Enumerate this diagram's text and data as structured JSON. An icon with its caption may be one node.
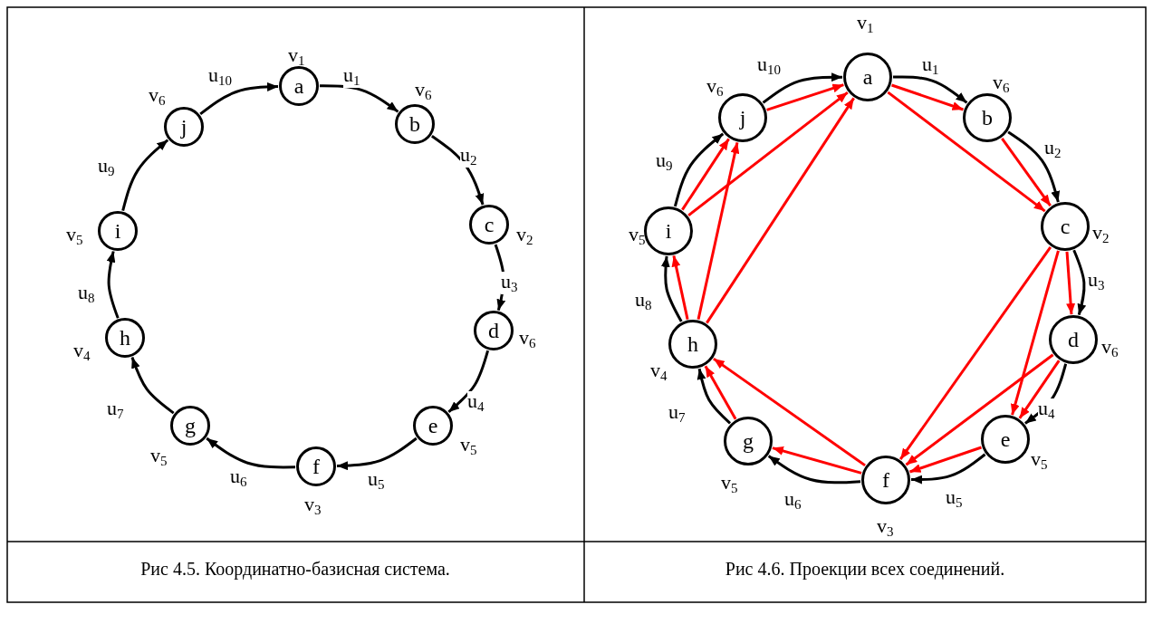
{
  "diagram": {
    "nodes": [
      {
        "text": [
          "a"
        ],
        "beside": [
          "v$_{1}$"
        ]
      },
      {
        "text": [
          "b"
        ],
        "beside": [
          "v$_{6}$"
        ]
      },
      {
        "text": [
          "c"
        ],
        "beside": [
          "v$_{2}$"
        ]
      },
      {
        "text": [
          "d"
        ],
        "beside": [
          "v$_{6}$"
        ]
      },
      {
        "text": [
          "e"
        ],
        "beside": [
          "v$_{5}$"
        ]
      },
      {
        "text": [
          "f"
        ],
        "beside": [
          "v$_{3}$"
        ]
      },
      {
        "text": [
          "g"
        ],
        "beside": [
          "v$_{5}$"
        ]
      },
      {
        "text": [
          "h"
        ],
        "beside": [
          "v$_{4}$"
        ]
      },
      {
        "text": [
          "i"
        ],
        "beside": [
          "v$_{5}$"
        ]
      },
      {
        "text": [
          "j"
        ],
        "beside": [
          "v$_{6}$"
        ]
      },
      {
        "text": [
          "a"
        ],
        "beside": [
          "v$_{1}$"
        ]
      },
      {
        "text": [
          "b"
        ],
        "beside": [
          "v$_{6}$"
        ]
      },
      {
        "text": [
          "c"
        ],
        "beside": [
          "v$_{2}$"
        ]
      },
      {
        "text": [
          "d"
        ],
        "beside": [
          "v$_{6}$"
        ]
      },
      {
        "text": [
          "e"
        ],
        "beside": [
          "v$_{5}$"
        ]
      },
      {
        "text": [
          "f"
        ],
        "beside": [
          "v$_{3}$"
        ]
      },
      {
        "text": [
          "g"
        ],
        "beside": [
          "v$_{5}$"
        ]
      },
      {
        "text": [
          "h"
        ],
        "beside": [
          "v$_{4}$"
        ]
      },
      {
        "text": [
          "i"
        ],
        "beside": [
          "v$_{5}$"
        ]
      },
      {
        "text": [
          "j"
        ],
        "beside": [
          "v$_{6}$"
        ]
      }
    ],
    "edges": [
      {
        "from": 0,
        "to": 1,
        "arrow": "to",
        "label": "u$_{1}$"
      },
      {
        "from": 1,
        "to": 2,
        "arrow": "to",
        "label": "u$_{2}$"
      },
      {
        "from": 2,
        "to": 3,
        "arrow": "to",
        "label": "u$_{3}$"
      },
      {
        "from": 3,
        "to": 4,
        "arrow": "to",
        "label": "u$_{4}$"
      },
      {
        "from": 4,
        "to": 5,
        "arrow": "to",
        "label": "u$_{5}$"
      },
      {
        "from": 5,
        "to": 6,
        "arrow": "to",
        "label": "u$_{6}$"
      },
      {
        "from": 6,
        "to": 7,
        "arrow": "to",
        "label": "u$_{7}$"
      },
      {
        "from": 7,
        "to": 8,
        "arrow": "to",
        "label": "u$_{8}$"
      },
      {
        "from": 8,
        "to": 9,
        "arrow": "to",
        "label": "u$_{9}$"
      },
      {
        "from": 9,
        "to": 0,
        "arrow": "to",
        "label": "u$_{10}$"
      },
      {
        "from": 10,
        "to": 11,
        "arrow": "to",
        "label": "u$_{1}$"
      },
      {
        "from": 11,
        "to": 12,
        "arrow": "to",
        "label": "u$_{2}$"
      },
      {
        "from": 12,
        "to": 13,
        "arrow": "to",
        "label": "u$_{3}$"
      },
      {
        "from": 13,
        "to": 14,
        "arrow": "to",
        "label": "u$_{4}$"
      },
      {
        "from": 14,
        "to": 15,
        "arrow": "to",
        "label": "u$_{5}$"
      },
      {
        "from": 15,
        "to": 16,
        "arrow": "to",
        "label": "u$_{6}$"
      },
      {
        "from": 16,
        "to": 17,
        "arrow": "to",
        "label": "u$_{7}$"
      },
      {
        "from": 17,
        "to": 18,
        "arrow": "to",
        "label": "u$_{8}$"
      },
      {
        "from": 18,
        "to": 19,
        "arrow": "to",
        "label": "u$_{9}$"
      },
      {
        "from": 19,
        "to": 10,
        "arrow": "to",
        "label": "u$_{10}$"
      },
      {
        "from": 10,
        "to": 11,
        "arrow": "to",
        "color": "#ff0000"
      },
      {
        "from": 10,
        "to": 12,
        "arrow": "to",
        "color": "#ff0000"
      },
      {
        "from": 11,
        "to": 12,
        "arrow": "to",
        "color": "#ff0000"
      },
      {
        "from": 12,
        "to": 13,
        "arrow": "to",
        "color": "#ff0000"
      },
      {
        "from": 12,
        "to": 14,
        "arrow": "to",
        "color": "#ff0000"
      },
      {
        "from": 12,
        "to": 15,
        "arrow": "to",
        "color": "#ff0000"
      },
      {
        "from": 13,
        "to": 14,
        "arrow": "to",
        "color": "#ff0000"
      },
      {
        "from": 13,
        "to": 15,
        "arrow": "to",
        "color": "#ff0000"
      },
      {
        "from": 14,
        "to": 15,
        "arrow": "to",
        "color": "#ff0000"
      },
      {
        "from": 15,
        "to": 16,
        "arrow": "to",
        "color": "#ff0000"
      },
      {
        "from": 15,
        "to": 17,
        "arrow": "to",
        "color": "#ff0000"
      },
      {
        "from": 16,
        "to": 17,
        "arrow": "to",
        "color": "#ff0000"
      },
      {
        "from": 17,
        "to": 18,
        "arrow": "to",
        "color": "#ff0000"
      },
      {
        "from": 17,
        "to": 19,
        "arrow": "to",
        "color": "#ff0000"
      },
      {
        "from": 17,
        "to": 10,
        "arrow": "to",
        "color": "#ff0000"
      },
      {
        "from": 18,
        "to": 19,
        "arrow": "to",
        "color": "#ff0000"
      },
      {
        "from": 18,
        "to": 10,
        "arrow": "to",
        "color": "#ff0000"
      },
      {
        "from": 19,
        "to": 10,
        "arrow": "to",
        "color": "#ff0000"
      }
    ],
    "labels": [
      "Рис 4.5. Координатно-базисная система.",
      "Рис 4.6. Проекции всех соединений."
    ]
  }
}
